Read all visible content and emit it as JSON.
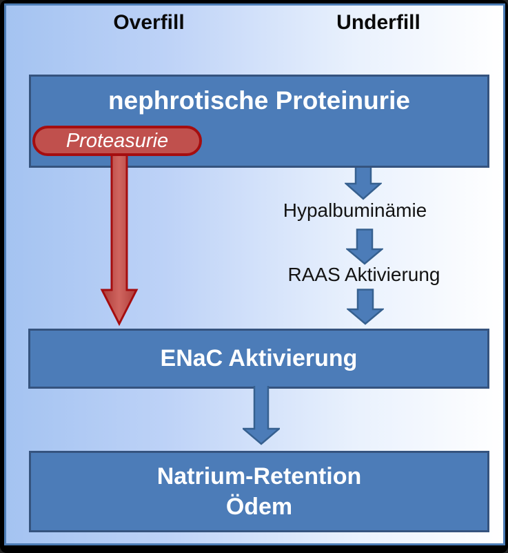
{
  "diagram": {
    "top_labels": {
      "left": "Overfill",
      "right": "Underfill"
    },
    "nodes": {
      "proteinurie": "nephrotische Proteinurie",
      "proteasurie": "Proteasurie",
      "hypalbuminaemie": "Hypalbuminämie",
      "raas": "RAAS Aktivierung",
      "enac": "ENaC Aktivierung",
      "retention_line1": "Natrium-Retention",
      "retention_line2": "Ödem"
    }
  },
  "colors": {
    "bg_left": "#A4C3F1",
    "bg_right": "#FFFFFF",
    "frame_border": "#000000",
    "frame_line": "#4C7CB5",
    "box_fill": "#4C7CB8",
    "box_border": "#35537E",
    "box_text": "#FFFFFF",
    "arrow_blue_fill": "#4C7CB8",
    "arrow_blue_border": "#36608F",
    "red_fill": "#C0504D",
    "red_border": "#A50D0F",
    "label_text": "#0A0A0A"
  }
}
